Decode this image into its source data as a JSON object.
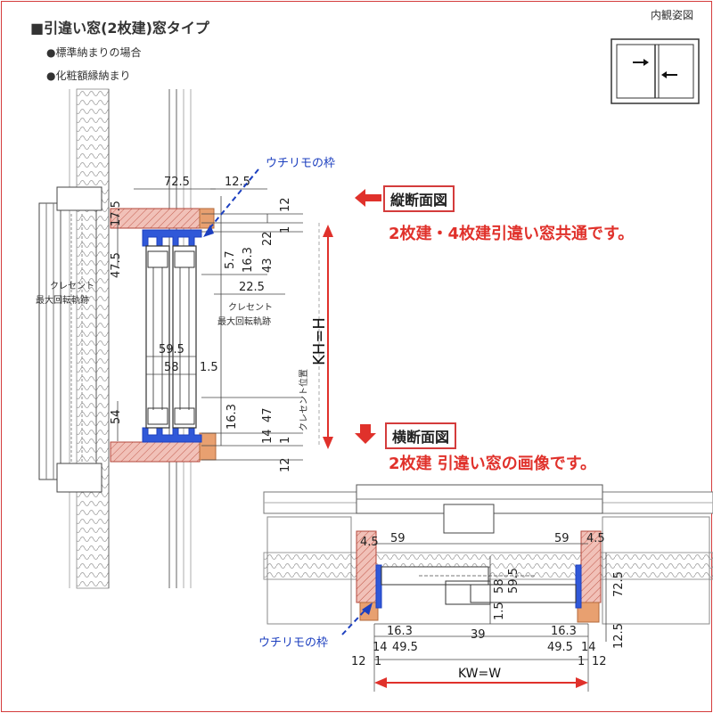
{
  "header": {
    "title": "■引違い窓(2枚建)窓タイプ",
    "bullet1": "●標準納まりの場合",
    "bullet2": "●化粧額縁納まり",
    "view_label": "内観姿図"
  },
  "labels": {
    "vertical_section": "縦断面図",
    "vertical_note": "2枚建・4枚建引違い窓共通です。",
    "horizontal_section": "横断面図",
    "horizontal_note": "2枚建 引違い窓の画像です。",
    "uchirimo_top": "ウチリモの枠",
    "uchirimo_bottom": "ウチリモの枠",
    "kh": "KH=H",
    "kw": "KW=W",
    "crescent_left_1": "クレセント",
    "crescent_left_2": "最大回転軌跡",
    "crescent_mid_1": "クレセント",
    "crescent_mid_2": "最大回転軌跡",
    "crescent_pos": "クレセント位置"
  },
  "dims_vertical": {
    "d72_5": "72.5",
    "d12_5": "12.5",
    "d12": "12",
    "d1": "1",
    "d22": "22",
    "d17_5": "17.5",
    "d47_5": "47.5",
    "d5_7": "5.7",
    "d16_3": "16.3",
    "d43": "43",
    "d22_5": "22.5",
    "d59_5": "59.5",
    "d58": "58",
    "d1_5": "1.5",
    "d54": "54",
    "d16_3b": "16.3",
    "d47": "47",
    "d14": "14",
    "d1b": "1",
    "d12b": "12"
  },
  "dims_horizontal": {
    "d4_5l": "4.5",
    "d59l": "59",
    "d59r": "59",
    "d4_5r": "4.5",
    "d58": "58",
    "d59_5": "59.5",
    "d1_5": "1.5",
    "d72_5": "72.5",
    "d16_3l": "16.3",
    "d14l": "14",
    "d49_5l": "49.5",
    "d39": "39",
    "d16_3r": "16.3",
    "d14r": "14",
    "d49_5r": "49.5",
    "d12_5": "12.5",
    "d12l": "12",
    "d1l": "1",
    "d1r": "1",
    "d12r": "12"
  },
  "colors": {
    "red": "#e0312b",
    "blue": "#1c3fbf",
    "hatch": "#e8a49a",
    "orange": "#e8a070"
  }
}
